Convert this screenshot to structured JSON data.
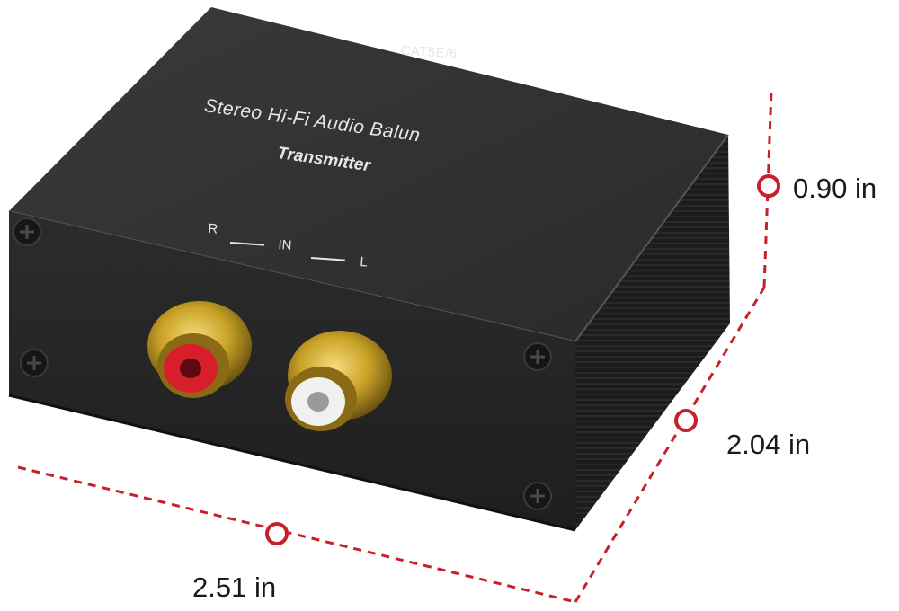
{
  "product": {
    "top_print_cat": "CAT5E/6",
    "top_print_title": "Stereo Hi-Fi Audio Balun",
    "top_print_subtitle": "Transmitter",
    "front_print_r": "R",
    "front_print_in": "IN",
    "front_print_l": "L"
  },
  "dimensions": {
    "height": "0.90 in",
    "depth": "2.04 in",
    "width": "2.51 in"
  },
  "colors": {
    "dimension_line": "#c8202a",
    "housing": "#2b2b2b",
    "gold": "#c9a227",
    "rca_red": "#d61f2a",
    "rca_white": "#f0f0f0"
  }
}
